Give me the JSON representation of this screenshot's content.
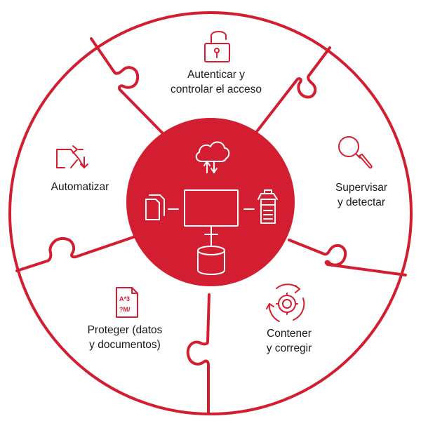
{
  "colors": {
    "accent": "#d31e32",
    "text": "#1a1a1a",
    "background": "#ffffff"
  },
  "segments": [
    {
      "id": "autenticar",
      "icon": "padlock-icon",
      "lines": [
        "Autenticar y",
        "controlar el acceso"
      ]
    },
    {
      "id": "supervisar",
      "icon": "magnifier-icon",
      "lines": [
        "Supervisar",
        "y detectar"
      ]
    },
    {
      "id": "contener",
      "icon": "gear-cycle-icon",
      "lines": [
        "Contener",
        "y corregir"
      ]
    },
    {
      "id": "proteger",
      "icon": "document-icon",
      "lines": [
        "Proteger (datos",
        "y documentos)"
      ]
    },
    {
      "id": "automatizar",
      "icon": "shuffle-arrows-icon",
      "lines": [
        "Automatizar"
      ]
    }
  ],
  "document_icon_text": [
    "A*3",
    "?M/"
  ],
  "center": {
    "icons": [
      "cloud-icon",
      "documents-icon",
      "monitor-icon",
      "printer-icon",
      "database-icon"
    ]
  }
}
